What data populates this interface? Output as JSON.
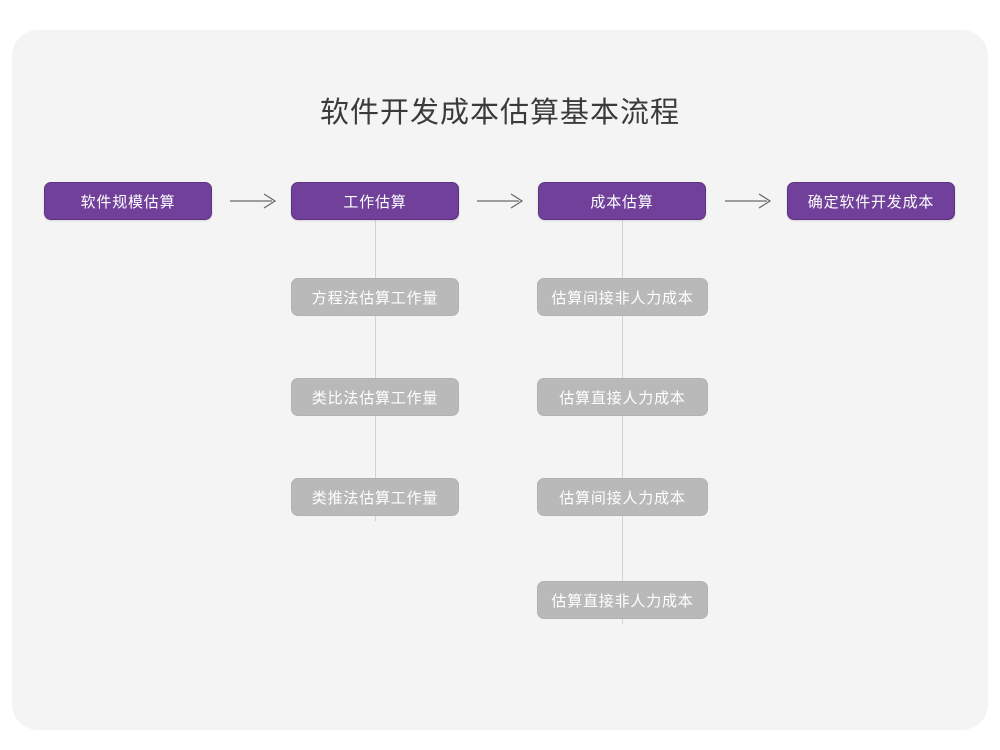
{
  "title": "软件开发成本估算基本流程",
  "colors": {
    "page_background": "#ffffff",
    "card_background": "#f4f4f4",
    "primary_node": "#70409a",
    "primary_node_border": "#5d3381",
    "secondary_node": "#b9b9b9",
    "node_text": "#ffffff",
    "title_text": "#3b3b3b",
    "connector_line": "#d2d2d2",
    "arrow": "#6b6b6b"
  },
  "chart_data": {
    "type": "diagram",
    "diagram_type": "flowchart",
    "title": "软件开发成本估算基本流程",
    "orientation": "left-to-right main flow with vertical sub-step branches",
    "stages": [
      {
        "id": "stage-1",
        "label": "软件规模估算",
        "level": "primary",
        "substeps": []
      },
      {
        "id": "stage-2",
        "label": "工作估算",
        "level": "primary",
        "substeps": [
          "方程法估算工作量",
          "类比法估算工作量",
          "类推法估算工作量"
        ]
      },
      {
        "id": "stage-3",
        "label": "成本估算",
        "level": "primary",
        "substeps": [
          "估算间接非人力成本",
          "估算直接人力成本",
          "估算间接人力成本",
          "估算直接非人力成本"
        ]
      },
      {
        "id": "stage-4",
        "label": "确定软件开发成本",
        "level": "primary",
        "substeps": []
      }
    ],
    "connectors": [
      {
        "from": "stage-1",
        "to": "stage-2",
        "type": "arrow-right",
        "glyph": "⟶"
      },
      {
        "from": "stage-2",
        "to": "stage-3",
        "type": "arrow-right",
        "glyph": "⟶"
      },
      {
        "from": "stage-3",
        "to": "stage-4",
        "type": "arrow-right",
        "glyph": "⟶"
      },
      {
        "from": "stage-2",
        "to": "stage-2-substeps",
        "type": "vertical-line"
      },
      {
        "from": "stage-3",
        "to": "stage-3-substeps",
        "type": "vertical-line"
      }
    ],
    "arrow_count": 3,
    "primary_node_count": 4,
    "secondary_node_count": 7
  }
}
